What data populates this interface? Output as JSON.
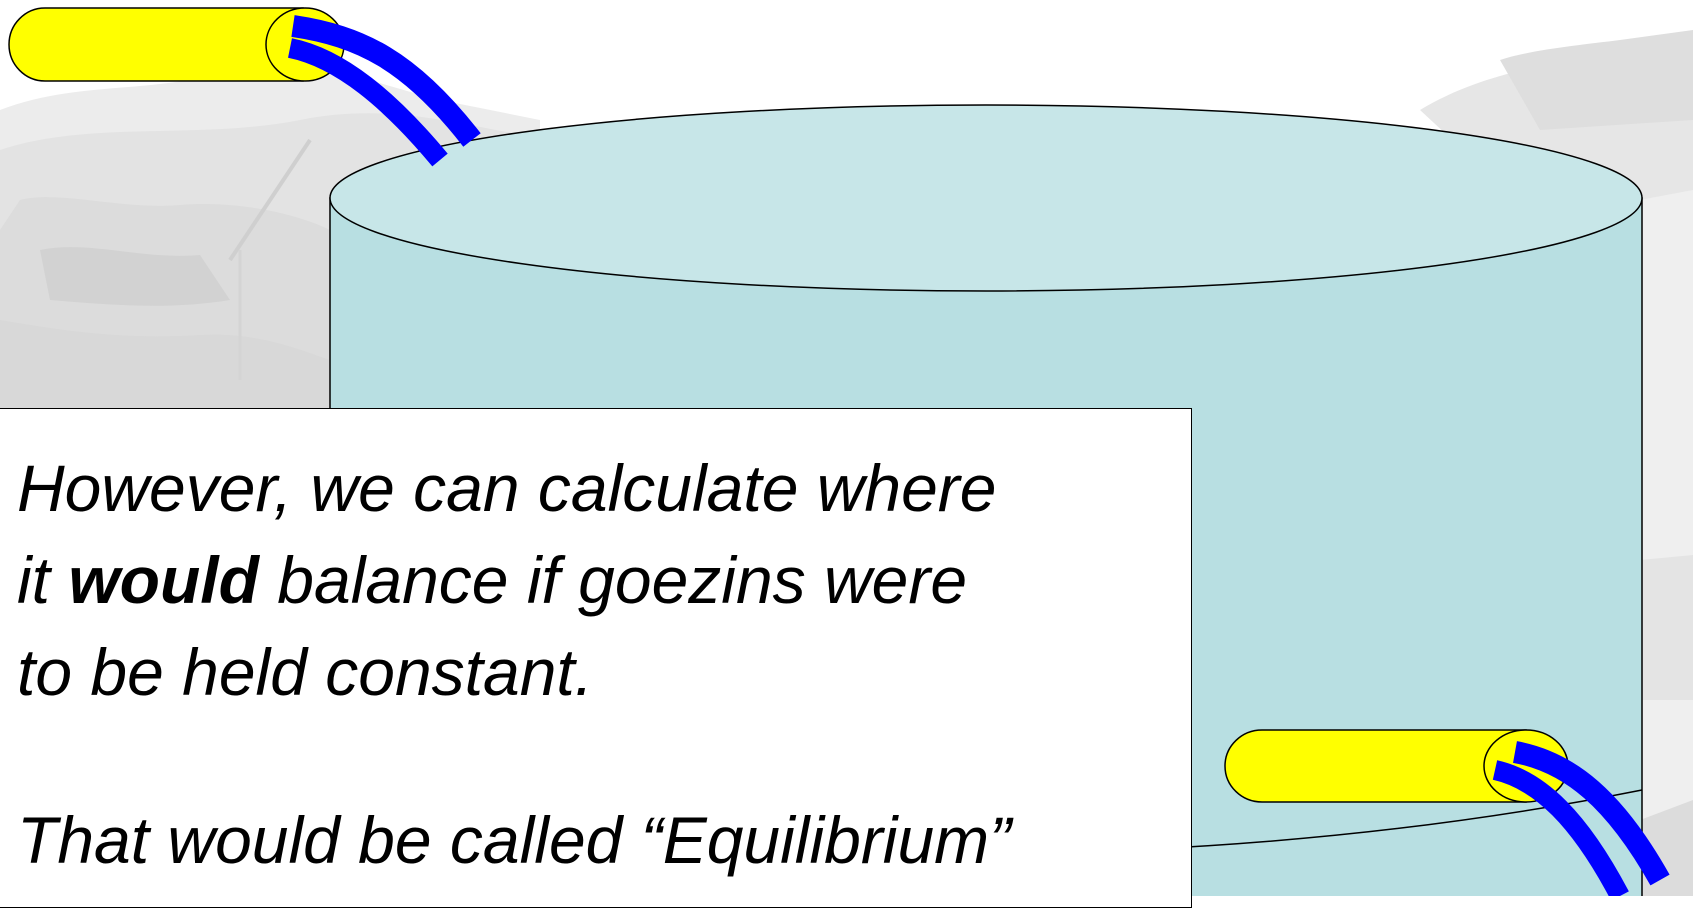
{
  "colors": {
    "tank_body": "#b8dfe2",
    "tank_top": "#c7e6e8",
    "pipe_yellow": "#ffff00",
    "water_blue": "#0000ff",
    "background_photo_gray": "#e6e6e6"
  },
  "text": {
    "line1": "However, we can calculate where",
    "line2_prefix": "it ",
    "line2_emphasis": "would",
    "line2_suffix": " balance if goezins were",
    "line3": "to be held constant.",
    "line4": "That would be called “Equilibrium”"
  }
}
